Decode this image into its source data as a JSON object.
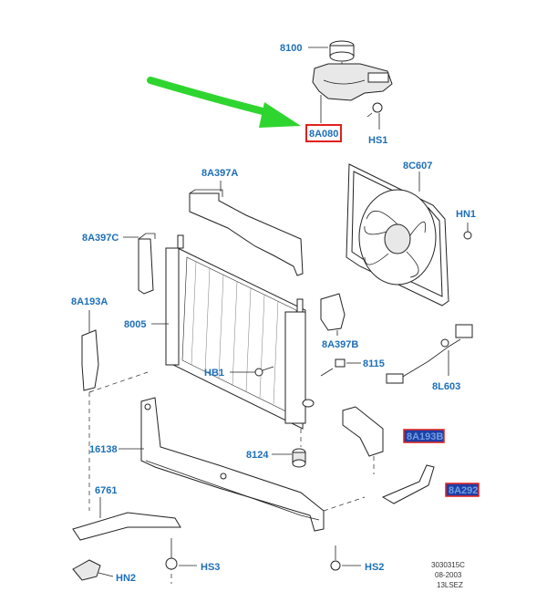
{
  "labels": {
    "cap": "8100",
    "reservoir": "8A080",
    "screw_hs1": "HS1",
    "deflector_top": "8A397A",
    "fan": "8C607",
    "nut_hn1": "HN1",
    "bracket_left": "8A397C",
    "deflector_left": "8A193A",
    "radiator": "8005",
    "bracket_right": "8A397B",
    "bolt_hb1": "HB1",
    "sensor": "8115",
    "harness": "8L603",
    "support": "16138",
    "mount": "8124",
    "deflector_right": "8A193B",
    "bracket_lower": "8A292",
    "bracket_6761": "6761",
    "screw_hs3": "HS3",
    "screw_hs2": "HS2",
    "nut_hn2": "HN2"
  },
  "footer": {
    "line1": "3030315C",
    "line2": "08-2003",
    "line3": "13LSEZ"
  },
  "colors": {
    "label": "#1d6fb8",
    "highlight_box": "#e0201c",
    "highlight_fill": "#1f3fa8",
    "arrow": "#2fd52f"
  }
}
